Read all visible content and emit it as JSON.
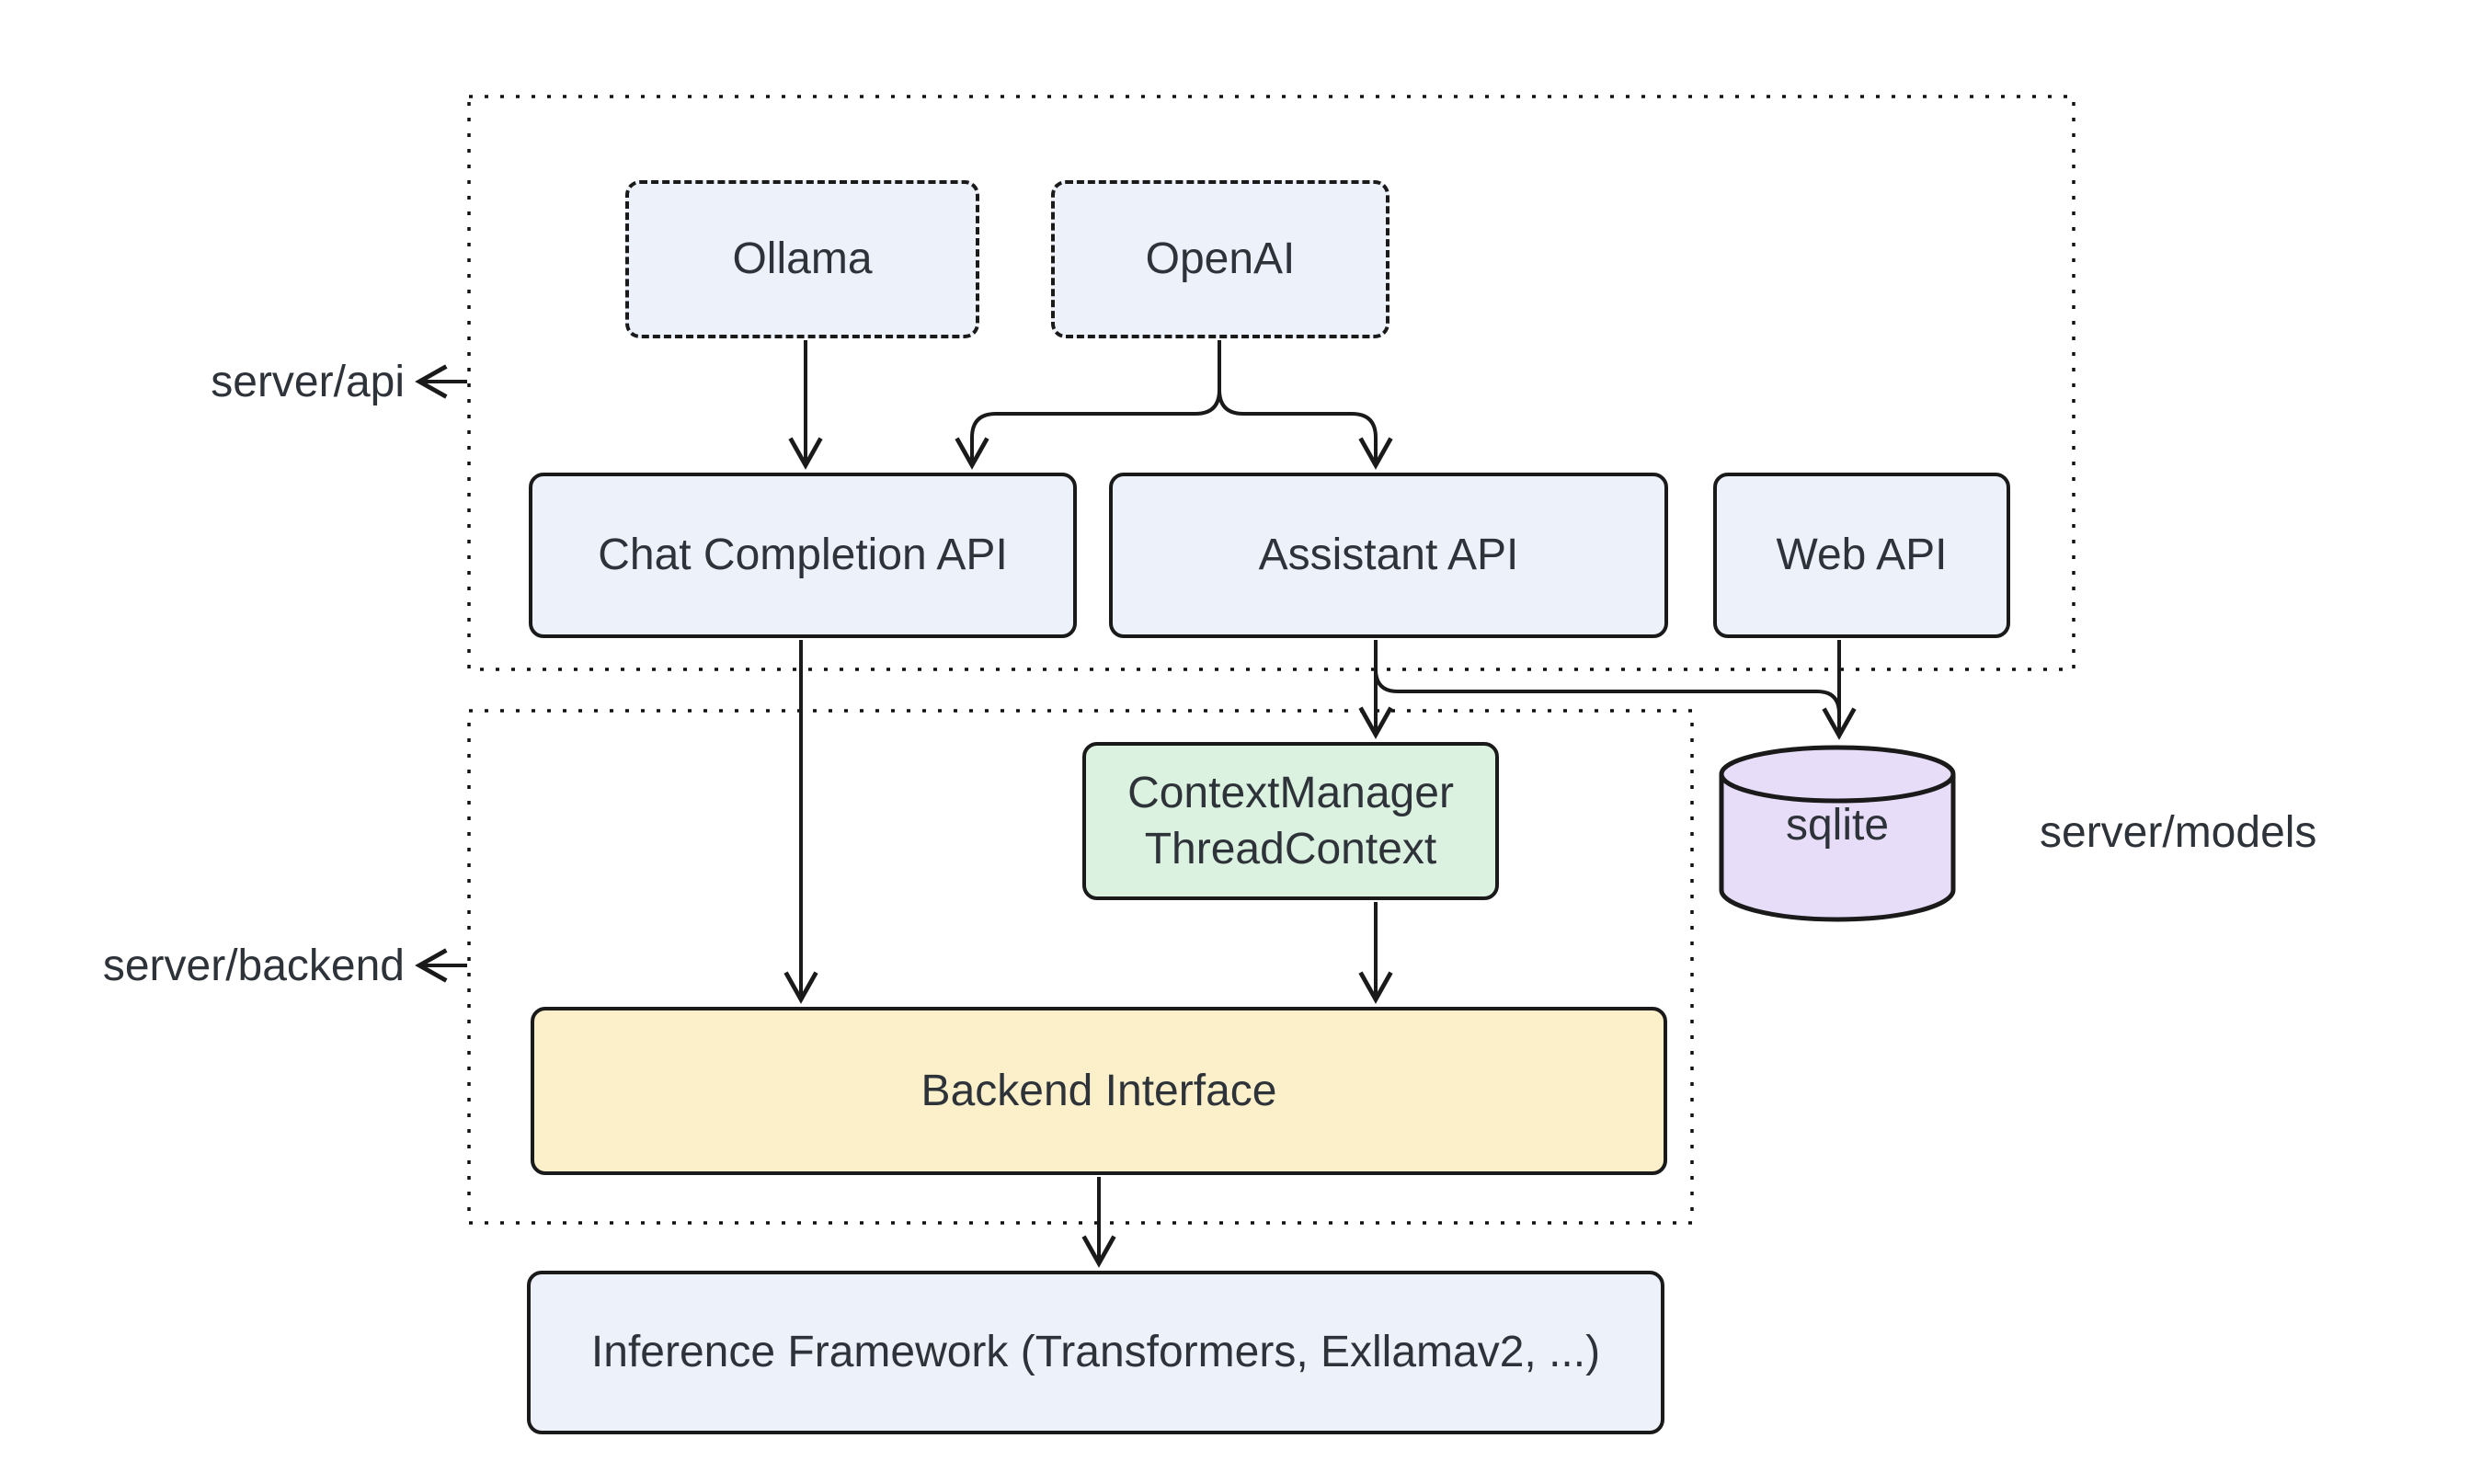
{
  "diagram": {
    "background": "#ffffff",
    "stroke_color": "#1a1a1a",
    "text_color": "#2e333a",
    "groups": {
      "server_api": {
        "label": "server/api"
      },
      "server_backend": {
        "label": "server/backend"
      },
      "server_models": {
        "label": "server/models"
      }
    },
    "nodes": {
      "ollama": {
        "label": "Ollama",
        "fill": "#ecf1fa",
        "border": "dashed"
      },
      "openai": {
        "label": "OpenAI",
        "fill": "#ecf1fa",
        "border": "dashed"
      },
      "chat_completion_api": {
        "label": "Chat Completion API",
        "fill": "#ecf1fa",
        "border": "solid"
      },
      "assistant_api": {
        "label": "Assistant API",
        "fill": "#ecf1fa",
        "border": "solid"
      },
      "web_api": {
        "label": "Web API",
        "fill": "#ecf1fa",
        "border": "solid"
      },
      "context_manager": {
        "label_line1": "ContextManager",
        "label_line2": "ThreadContext",
        "fill": "#dcf2e0",
        "border": "solid"
      },
      "sqlite": {
        "label": "sqlite",
        "fill": "#e8ddf8",
        "shape": "cylinder"
      },
      "backend_interface": {
        "label": "Backend Interface",
        "fill": "#fbf0c9",
        "border": "solid"
      },
      "inference_framework": {
        "label": "Inference Framework (Transformers, Exllamav2, ...)",
        "fill": "#ecf1fa",
        "border": "solid"
      }
    },
    "edges": [
      {
        "from": "ollama",
        "to": "chat_completion_api"
      },
      {
        "from": "openai",
        "to": "chat_completion_api"
      },
      {
        "from": "openai",
        "to": "assistant_api"
      },
      {
        "from": "chat_completion_api",
        "to": "backend_interface"
      },
      {
        "from": "assistant_api",
        "to": "context_manager"
      },
      {
        "from": "assistant_api",
        "to": "sqlite"
      },
      {
        "from": "web_api",
        "to": "sqlite"
      },
      {
        "from": "context_manager",
        "to": "backend_interface"
      },
      {
        "from": "backend_interface",
        "to": "inference_framework"
      }
    ]
  }
}
